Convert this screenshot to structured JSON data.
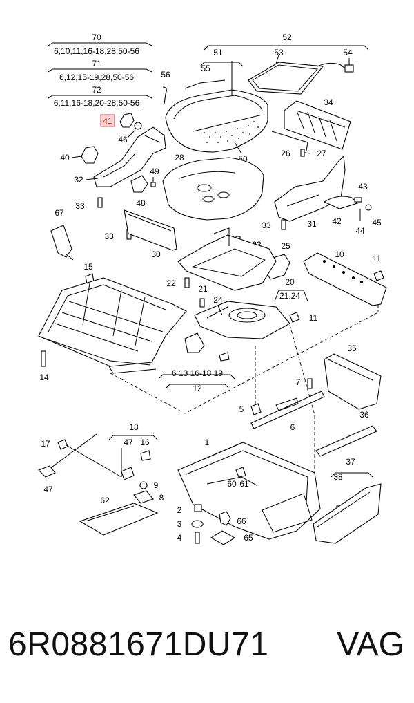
{
  "callouts": {
    "c70": "70",
    "c70_list": "6,10,11,16-18,28,50-56",
    "c71": "71",
    "c71_list": "6,12,15-19,28,50-56",
    "c72": "72",
    "c72_list": "6,11,16-18,20-28,50-56",
    "c52": "52",
    "c51": "51",
    "c53": "53",
    "c54": "54",
    "c55": "55",
    "c56": "56",
    "c41": "41",
    "c46": "46",
    "c34": "34",
    "c26": "26",
    "c27": "27",
    "c50": "50",
    "c40": "40",
    "c28": "28",
    "c49": "49",
    "c32": "32",
    "c48": "48",
    "c43": "43",
    "c33a": "33",
    "c33b": "33",
    "c33c": "33",
    "c67": "67",
    "c31": "31",
    "c42": "42",
    "c44": "44",
    "c45": "45",
    "c30": "30",
    "c23": "23",
    "c25": "25",
    "c10": "10",
    "c11a": "11",
    "c11b": "11",
    "c15": "15",
    "c22": "22",
    "c21": "21",
    "c24": "24",
    "c20": "20",
    "c20_list": "21,24",
    "c14": "14",
    "c12": "12",
    "c12_list": "6  13  16-18  19",
    "c35": "35",
    "c7": "7",
    "c5": "5",
    "c6": "6",
    "c36": "36",
    "c18": "18",
    "c47a": "47",
    "c47b": "47",
    "c16": "16",
    "c17": "17",
    "c1": "1",
    "c37": "37",
    "c38": "38",
    "c9": "9",
    "c8": "8",
    "c60": "60",
    "c61": "61",
    "c62": "62",
    "c2": "2",
    "c66": "66",
    "c3": "3",
    "c4": "4",
    "c65": "65"
  },
  "highlighted_callout": "41",
  "highlight_color": "#d44444",
  "footer": {
    "part_number": "6R0881671DU71",
    "brand": "VAG"
  }
}
